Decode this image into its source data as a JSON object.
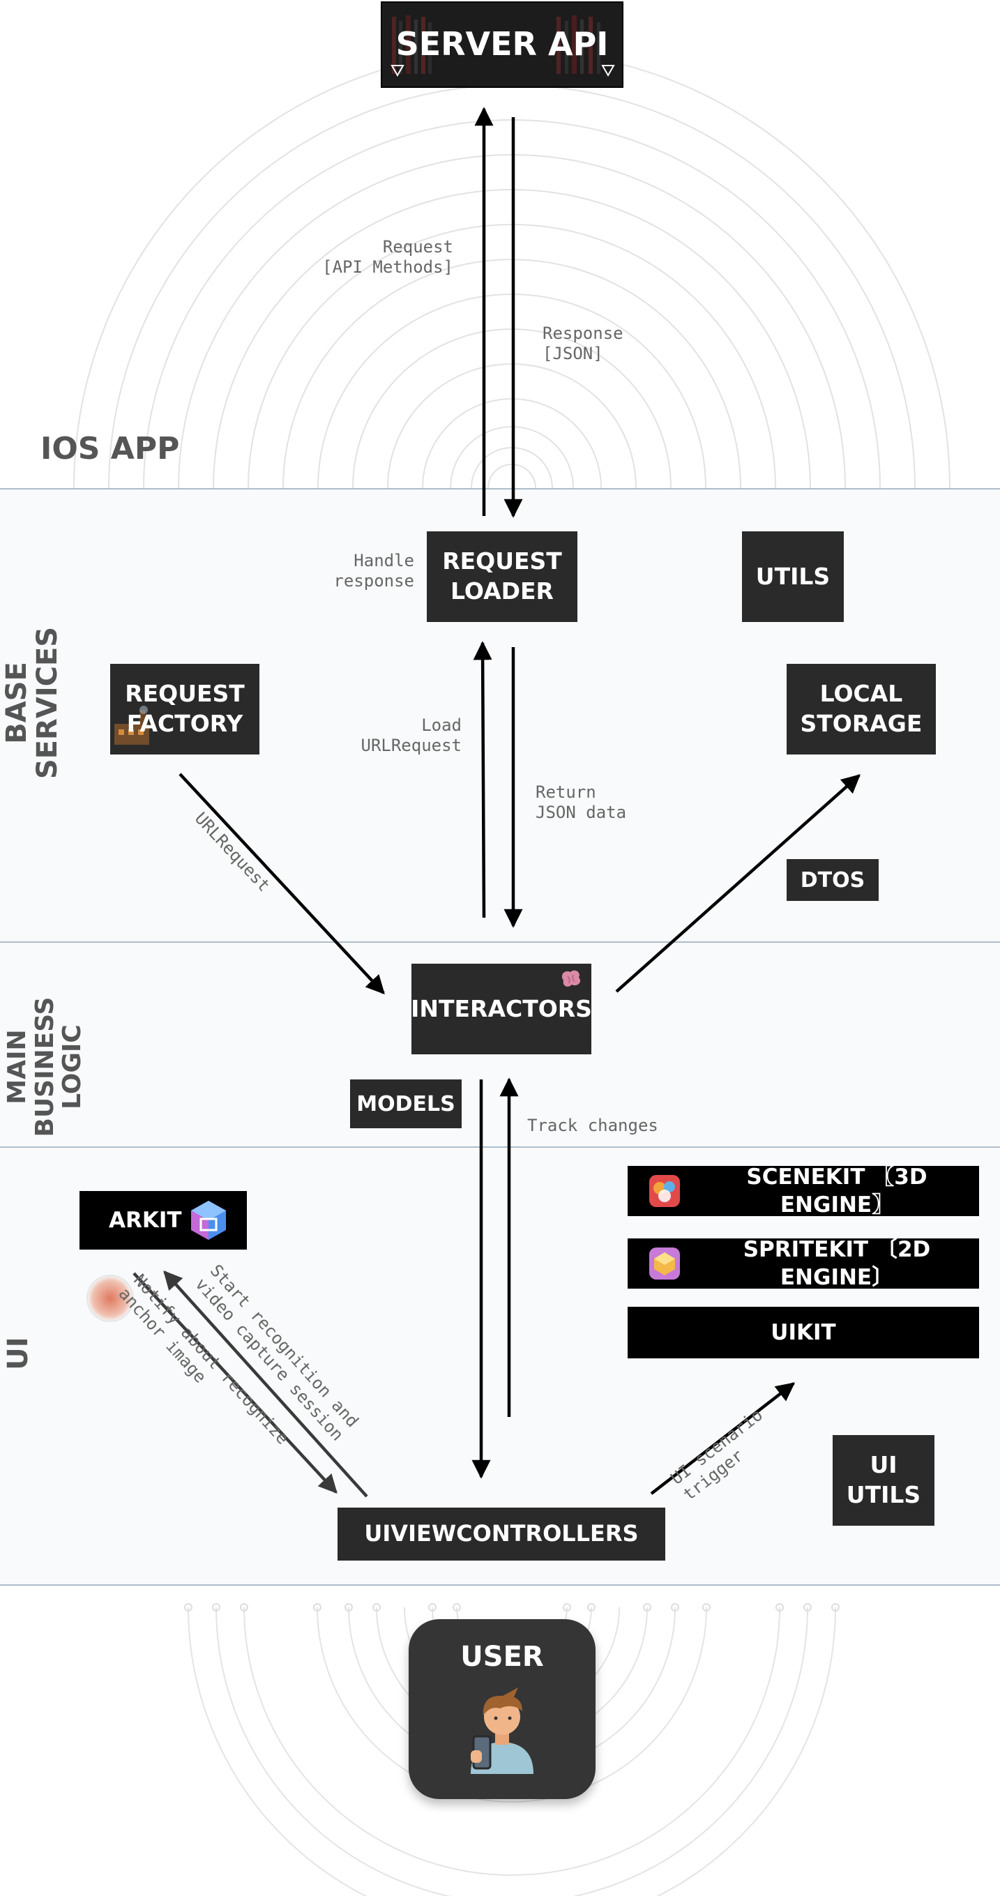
{
  "diagram": {
    "title": "SERVER API",
    "sections": {
      "ios_app": "IOS APP",
      "base_services": "BASE SERVICES",
      "main_business_logic": "MAIN\nBUSINESS\nLOGIC",
      "ui": "UI"
    },
    "nodes": {
      "request_loader": "REQUEST\nLOADER",
      "utils": "UTILS",
      "request_factory": "REQUEST\nFACTORY",
      "local_storage": "LOCAL\nSTORAGE",
      "dtos": "DTOS",
      "interactors": "INTERACTORS",
      "models": "MODELS",
      "arkit": "ARKIT",
      "scenekit": "SCENEKIT 〖3D ENGINE〗",
      "spritekit": "SPRITEKIT 〔2D ENGINE〕",
      "uikit": "UIKIT",
      "ui_utils": "UI\nUTILS",
      "uiviewcontrollers": "UIVIEWCONTROLLERS",
      "user": "USER"
    },
    "edge_labels": {
      "request": "Request\n[API Methods]",
      "response": "Response\n[JSON]",
      "handle_response": "Handle\nresponse",
      "load_urlrequest": "Load\nURLRequest",
      "return_json": "Return\nJSON data",
      "urlrequest": "URLRequest",
      "track_changes": "Track changes",
      "start_recognition": "Start recognition and\nvideo capture session",
      "notify_anchor": "Notify about recognize\nanchor image",
      "ui_scenario": "UI scenario\ntrigger"
    },
    "colors": {
      "node": "#2a2a2a",
      "node_black": "#000000",
      "separator": "#aebdcc",
      "band": "#f9fafb",
      "label": "#666666"
    }
  }
}
